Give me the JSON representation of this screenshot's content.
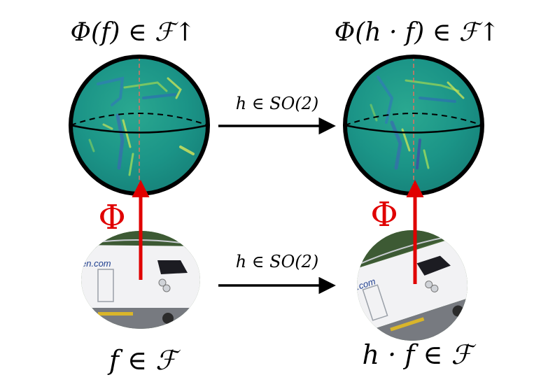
{
  "labels": {
    "top_left": "Φ(f) ∈ ℱ↑",
    "top_right": "Φ(h · f) ∈ ℱ↑",
    "arrow_top": "h ∈ SO(2)",
    "arrow_bottom": "h ∈ SO(2)",
    "phi_left": "Φ",
    "phi_right": "Φ",
    "bottom_left": "f ∈ ℱ",
    "bottom_right": "h · f ∈ ℱ"
  },
  "image_text": {
    "fuselage_text": "en.com"
  },
  "colors": {
    "arrow_red": "#e00000",
    "sphere_fill": "#1a9a8a",
    "sphere_border": "#000000",
    "arrow_black": "#000000"
  }
}
